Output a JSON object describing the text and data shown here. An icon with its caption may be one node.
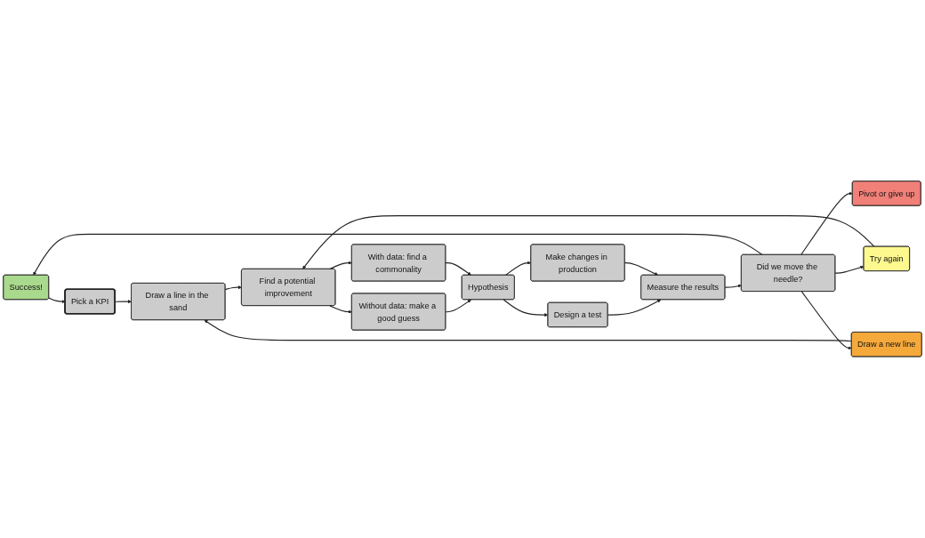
{
  "diagram": {
    "nodes": [
      {
        "text": [
          "Success!"
        ]
      },
      {
        "text": [
          "Pick a KPI"
        ]
      },
      {
        "text": [
          "Draw a line in the sand"
        ]
      },
      {
        "text": [
          "Pivot or give up"
        ]
      },
      {
        "text": [
          "Draw a new line"
        ]
      },
      {
        "text": [
          "Find a potential improvement"
        ]
      },
      {
        "text": [
          "Try again"
        ]
      },
      {
        "text": [
          "Did we move the needle?"
        ]
      },
      {
        "text": [
          "Without data: make a good guess"
        ]
      },
      {
        "text": [
          "With data: find a commonality"
        ]
      },
      {
        "text": [
          "Design a test"
        ]
      },
      {
        "text": [
          "Measure the results"
        ]
      },
      {
        "text": [
          "Hypothesis"
        ]
      },
      {
        "text": [
          "Make changes in production"
        ]
      }
    ],
    "edges": [
      {
        "from": 0,
        "to": 1,
        "arrow": "to"
      },
      {
        "from": 1,
        "to": 2,
        "arrow": "to"
      },
      {
        "from": 2,
        "to": 5,
        "arrow": "to"
      },
      {
        "from": 4,
        "to": 2,
        "arrow": "to"
      },
      {
        "from": 6,
        "to": 5,
        "arrow": "to"
      },
      {
        "from": 5,
        "to": 8,
        "arrow": "to"
      },
      {
        "from": 5,
        "to": 9,
        "arrow": "to"
      },
      {
        "from": 8,
        "to": 12,
        "arrow": "to"
      },
      {
        "from": 9,
        "to": 12,
        "arrow": "to"
      },
      {
        "from": 12,
        "to": 10,
        "arrow": "to"
      },
      {
        "from": 12,
        "to": 13,
        "arrow": "to"
      },
      {
        "from": 10,
        "to": 11,
        "arrow": "to"
      },
      {
        "from": 13,
        "to": 11,
        "arrow": "to"
      },
      {
        "from": 11,
        "to": 7,
        "arrow": "to"
      },
      {
        "from": 7,
        "to": 0,
        "arrow": "to"
      },
      {
        "from": 7,
        "to": 3,
        "arrow": "to"
      },
      {
        "from": 7,
        "to": 4,
        "arrow": "to"
      },
      {
        "from": 7,
        "to": 6,
        "arrow": "to"
      }
    ]
  }
}
